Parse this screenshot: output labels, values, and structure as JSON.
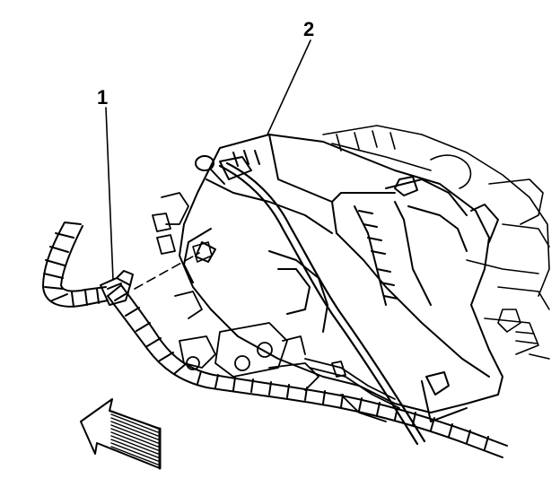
{
  "callouts": [
    {
      "id": "1",
      "label": "1"
    },
    {
      "id": "2",
      "label": "2"
    }
  ],
  "colors": {
    "ink": "#000000",
    "paper": "#ffffff"
  },
  "icons": {
    "direction_arrow": "front-direction-arrow-icon"
  }
}
